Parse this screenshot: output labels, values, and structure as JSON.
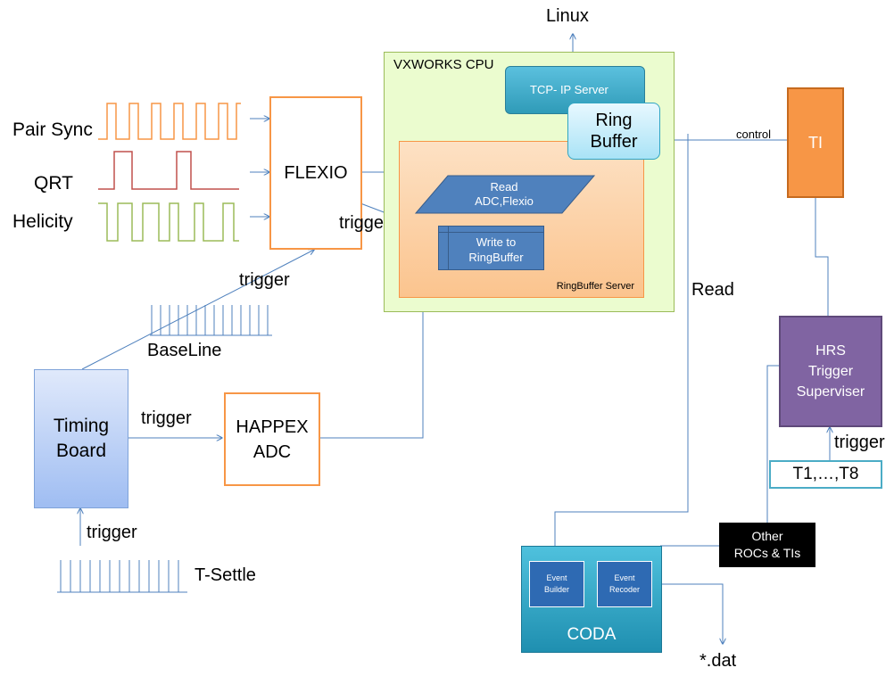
{
  "signals": {
    "pair_sync": "Pair Sync",
    "qrt": "QRT",
    "helicity": "Helicity"
  },
  "labels": {
    "linux": "Linux",
    "trigger": "trigger",
    "baseline": "BaseLine",
    "t_settle": "T-Settle",
    "read": "Read",
    "control": "control",
    "dat": "*.dat"
  },
  "blocks": {
    "flexio": "FLEXIO",
    "vxworks": "VXWORKS  CPU",
    "tcp_server": "TCP- IP Server",
    "ring_buffer_1": "Ring",
    "ring_buffer_2": "Buffer",
    "rb_server": "RingBuffer Server",
    "read_adc_1": "Read",
    "read_adc_2": "ADC,Flexio",
    "write_rb_1": "Write to",
    "write_rb_2": "RingBuffer",
    "ti": "TI",
    "hrs_1": "HRS",
    "hrs_2": "Trigger",
    "hrs_3": "Superviser",
    "t1_t8": "T1,…,T8",
    "other_1": "Other",
    "other_2": "ROCs & TIs",
    "timing_1": "Timing",
    "timing_2": "Board",
    "happex_1": "HAPPEX",
    "happex_2": "ADC",
    "coda": "CODA",
    "event_builder_1": "Event",
    "event_builder_2": "Builder",
    "event_recoder_1": "Event",
    "event_recoder_2": "Recoder"
  },
  "colors": {
    "orange": "#f79646",
    "red": "#c0504d",
    "green": "#9bbb59",
    "blue_line": "#4f81bd",
    "purple": "#8064a2",
    "teal": "#31a5c2"
  }
}
